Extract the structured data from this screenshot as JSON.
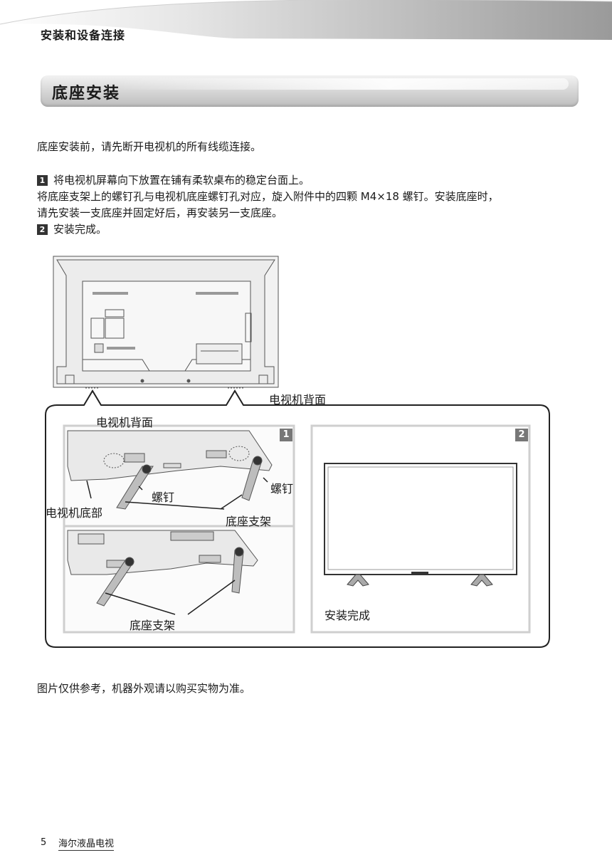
{
  "header": {
    "title": "安装和设备连接"
  },
  "section": {
    "title": "底座安装"
  },
  "intro": "底座安装前，请先断开电视机的所有线缆连接。",
  "steps": [
    {
      "num": "1",
      "text": "将电视机屏幕向下放置在铺有柔软桌布的稳定台面上。"
    },
    {
      "num": "2",
      "text": "安装完成。"
    }
  ],
  "step1_detail": [
    "将底座支架上的螺钉孔与电视机底座螺钉孔对应，旋入附件中的四颗 M4×18 螺钉。安装底座时，",
    "请先安装一支底座并固定好后，再安装另一支底座。"
  ],
  "figure": {
    "tv_back_label_top": "电视机背面",
    "tv_back_label_panel": "电视机背面",
    "screw_label_left": "螺钉",
    "screw_label_right": "螺钉",
    "tv_bottom_label": "电视机底部",
    "stand_label_upper": "底座支架",
    "stand_label_lower": "底座支架",
    "done_label": "安装完成",
    "panel_1_num": "1",
    "panel_2_num": "2"
  },
  "note": "图片仅供参考，机器外观请以购买实物为准。",
  "footer": {
    "page": "5",
    "brand": "海尔液晶电视"
  }
}
